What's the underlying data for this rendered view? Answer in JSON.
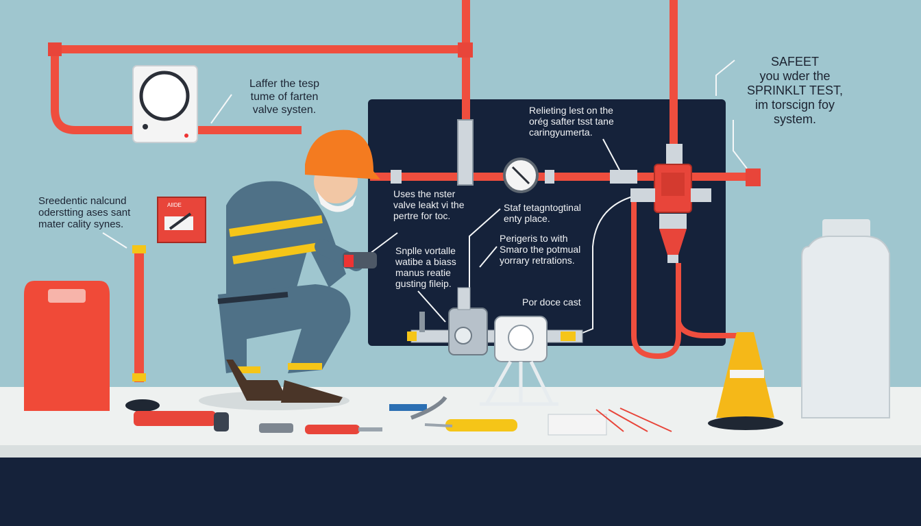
{
  "labels": {
    "thermostat_note": "Laffer the tesp\ntume of farten\nvalve systen.",
    "safety_note": "SAFEET\nyou wder the\nSPRINKLT TEST,\nim torscign foy\nsystem.",
    "left_note": "Sreedentic nalcund\noderstting ases sant\nmater cality synes.",
    "top_board_note": "Relieting lest on the\norég safter tsst tane\ncaringyumerta.",
    "valve_note": "Uses the nster\nvalve leakt vi the\npertre for toc.",
    "entry_note": "Staf tetagntogtinal\nenty place.",
    "spindle_note": "Snplle vortalle\nwatibe a biass\nmanus reatie\ngusting fileip.",
    "restriction_note": "Perigeris to with\nSmaro the potmual\nyorrary retrations.",
    "port_note": "Por doce cast"
  },
  "sign_text": "AIIDE",
  "colors": {
    "pipe": "#ef4e3e",
    "wall": "#9fc6cf",
    "board": "#15223a",
    "helmet": "#f47b20",
    "vest_stripe": "#f5c518",
    "suit": "#4f7187"
  }
}
